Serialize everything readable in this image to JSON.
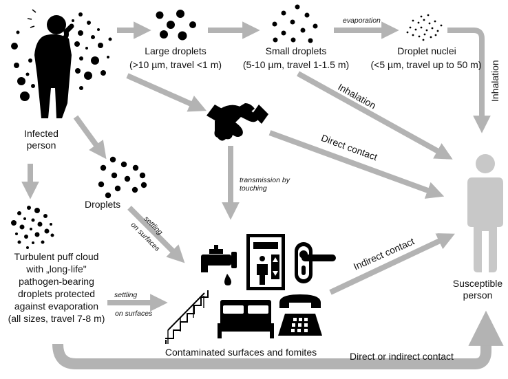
{
  "nodes": {
    "infected": "Infected\nperson",
    "large_droplets": "Large droplets",
    "large_droplets_detail": "(>10 µm, travel <1 m)",
    "small_droplets": "Small droplets",
    "small_droplets_detail": "(5-10 µm, travel 1-1.5 m)",
    "droplet_nuclei": "Droplet nuclei",
    "droplet_nuclei_detail": "(<5 µm, travel up to 50 m)",
    "droplets": "Droplets",
    "puff_cloud": "Turbulent puff cloud\nwith „long-life\"\npathogen-bearing\ndroplets protected\nagainst evaporation\n(all sizes, travel 7-8 m)",
    "surfaces": "Contaminated surfaces and fomites",
    "susceptible": "Susceptible\nperson"
  },
  "edges": {
    "evaporation": "evaporation",
    "inhalation_side": "Inhalation",
    "inhalation_diag": "Inhalation",
    "direct_contact": "Direct contact",
    "transmission_touching": "transmission by\ntouching",
    "settling_1a": "settling",
    "settling_1b": "on surfaces",
    "settling_2a": "settling",
    "settling_2b": "on surfaces",
    "indirect_contact": "Indirect contact",
    "direct_or_indirect": "Direct or indirect contact"
  },
  "icons": [
    "coughing-person-icon",
    "handshake-icon",
    "faucet-icon",
    "elevator-icon",
    "door-handle-icon",
    "stairs-icon",
    "bed-icon",
    "telephone-icon",
    "susceptible-person-icon"
  ],
  "colors": {
    "arrow": "#b3b3b3",
    "icon": "#000000",
    "person": "#c8c8c8",
    "text": "#111111"
  }
}
